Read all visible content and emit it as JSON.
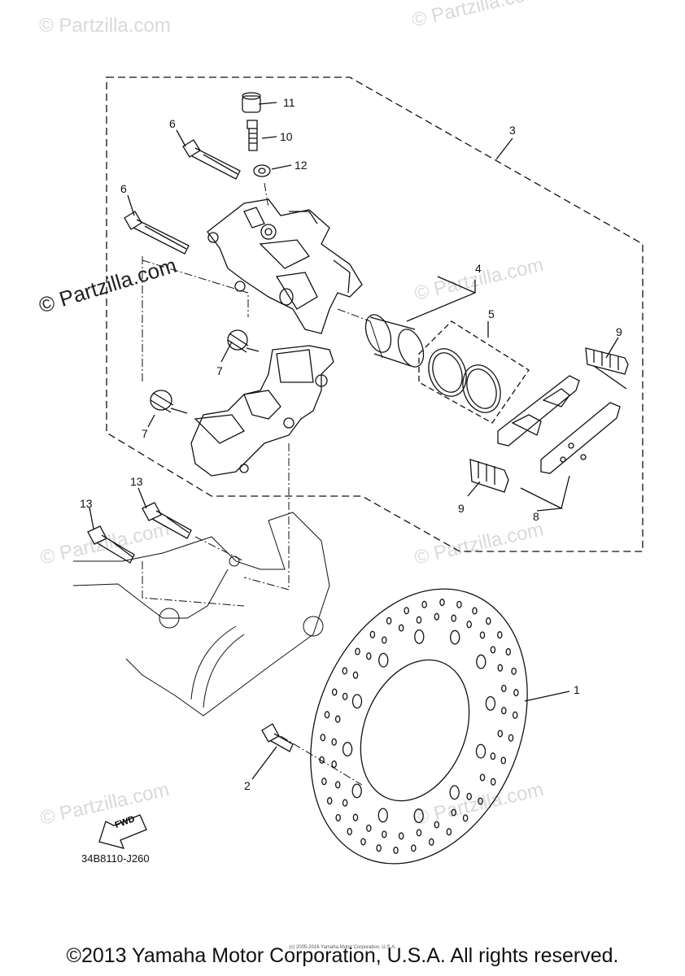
{
  "watermark": {
    "text": "© Partzilla.com",
    "prominent_text": "© Partzilla.com"
  },
  "callouts": {
    "c1": "1",
    "c2": "2",
    "c3": "3",
    "c4": "4",
    "c5": "5",
    "c6a": "6",
    "c6b": "6",
    "c7a": "7",
    "c7b": "7",
    "c8": "8",
    "c9a": "9",
    "c9b": "9",
    "c10": "10",
    "c11": "11",
    "c12": "12",
    "c13a": "13",
    "c13b": "13"
  },
  "fwd_label": "FWD",
  "diagram_code": "34B8110-J260",
  "footer": {
    "small_notice": "(c) 2005-2016 Yamaha Motor Corporation, U.S.A.",
    "copyright": "©2013 Yamaha Motor Corporation, U.S.A. All rights reserved."
  }
}
